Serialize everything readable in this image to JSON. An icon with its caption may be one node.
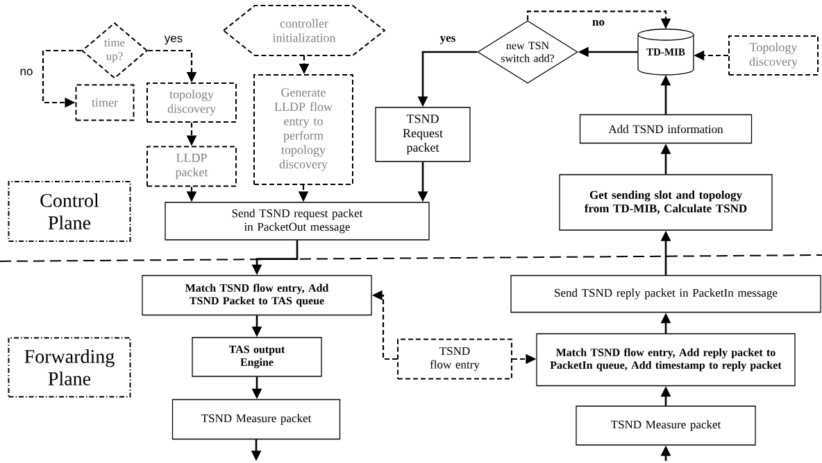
{
  "diagram": {
    "nodes": [
      {
        "text": [
          "time up?"
        ]
      },
      {
        "text": [
          "timer"
        ]
      },
      {
        "text": [
          "topology discovery"
        ]
      },
      {
        "text": [
          "LLDP packet"
        ]
      },
      {
        "text": [
          "controller initialization"
        ]
      },
      {
        "text": [
          "Generate LLDP flow entry to perform topology discovery"
        ]
      },
      {
        "text": [
          "Send TSND request packet in PacketOut message"
        ]
      },
      {
        "text": [
          "TSND Request packet"
        ]
      },
      {
        "text": [
          "new TSN switch add?"
        ]
      },
      {
        "text": [
          "TD-MIB"
        ]
      },
      {
        "text": [
          "Topology discovery"
        ]
      },
      {
        "text": [
          "Add TSND information"
        ]
      },
      {
        "text": [
          "Get sending slot and topology from TD-MIB, Calculate TSND"
        ]
      },
      {
        "text": [
          "Control Plane"
        ]
      },
      {
        "text": [
          "Match TSND flow entry, Add TSND Packet to TAS queue"
        ]
      },
      {
        "text": [
          "TAS output Engine"
        ]
      },
      {
        "text": [
          "TSND Measure packet"
        ]
      },
      {
        "text": [
          "Forwarding Plane"
        ]
      },
      {
        "text": [
          "TSND flow entry"
        ]
      },
      {
        "text": [
          "Send TSND reply packet in PacketIn message"
        ]
      },
      {
        "text": [
          "Match TSND flow entry, Add reply packet to PacketIn queue, Add timestamp to reply packet"
        ]
      },
      {
        "text": [
          "TSND Measure packet"
        ]
      }
    ],
    "edges": [
      {
        "from": 0,
        "to": 1,
        "arrow": "to",
        "label": "no",
        "style": "dashed"
      },
      {
        "from": 0,
        "to": 2,
        "arrow": "to",
        "label": "yes",
        "style": "dashed"
      },
      {
        "from": 2,
        "to": 3,
        "arrow": "to",
        "style": "dashed"
      },
      {
        "from": 3,
        "to": 6,
        "arrow": "to",
        "style": "dashed"
      },
      {
        "from": 4,
        "to": 5,
        "arrow": "to",
        "style": "dashed"
      },
      {
        "from": 5,
        "to": 6,
        "arrow": "to",
        "style": "dashed"
      },
      {
        "from": 8,
        "to": 7,
        "arrow": "to",
        "label": "yes"
      },
      {
        "from": 7,
        "to": 6,
        "arrow": "to"
      },
      {
        "from": 9,
        "to": 8,
        "arrow": "to"
      },
      {
        "from": 8,
        "to": 9,
        "arrow": "to",
        "label": "no",
        "style": "dashed"
      },
      {
        "from": 10,
        "to": 9,
        "arrow": "to",
        "style": "dashed"
      },
      {
        "from": 11,
        "to": 9,
        "arrow": "to"
      },
      {
        "from": 12,
        "to": 11,
        "arrow": "to"
      },
      {
        "from": 19,
        "to": 12,
        "arrow": "to"
      },
      {
        "from": 6,
        "to": 14,
        "arrow": "to"
      },
      {
        "from": 14,
        "to": 15,
        "arrow": "to"
      },
      {
        "from": 15,
        "to": 16,
        "arrow": "to"
      },
      {
        "from": 16,
        "to": null,
        "arrow": "to"
      },
      {
        "from": null,
        "to": 21,
        "arrow": "to"
      },
      {
        "from": 21,
        "to": 20,
        "arrow": "to"
      },
      {
        "from": 20,
        "to": 19,
        "arrow": "to"
      },
      {
        "from": 18,
        "to": 20,
        "arrow": "to",
        "style": "dashed"
      },
      {
        "from": 18,
        "to": 14,
        "arrow": "to",
        "style": "dashed"
      }
    ]
  }
}
